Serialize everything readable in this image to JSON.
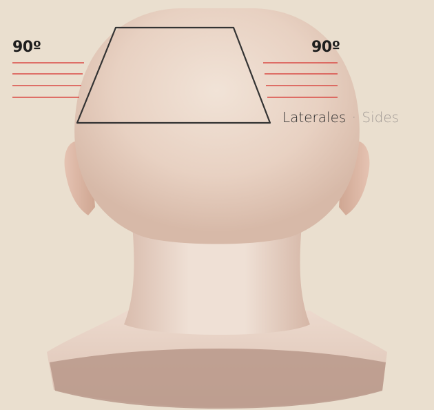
{
  "annotations": {
    "left_angle": "90º",
    "right_angle": "90º"
  },
  "label": {
    "primary": "Laterales",
    "separator": "·",
    "secondary": "Sides"
  },
  "colors": {
    "background": "#eadfcf",
    "skin": "#ead5c7",
    "skin_shadow": "#c9a898",
    "outline": "#333333",
    "guide_lines": "#d94a45"
  }
}
